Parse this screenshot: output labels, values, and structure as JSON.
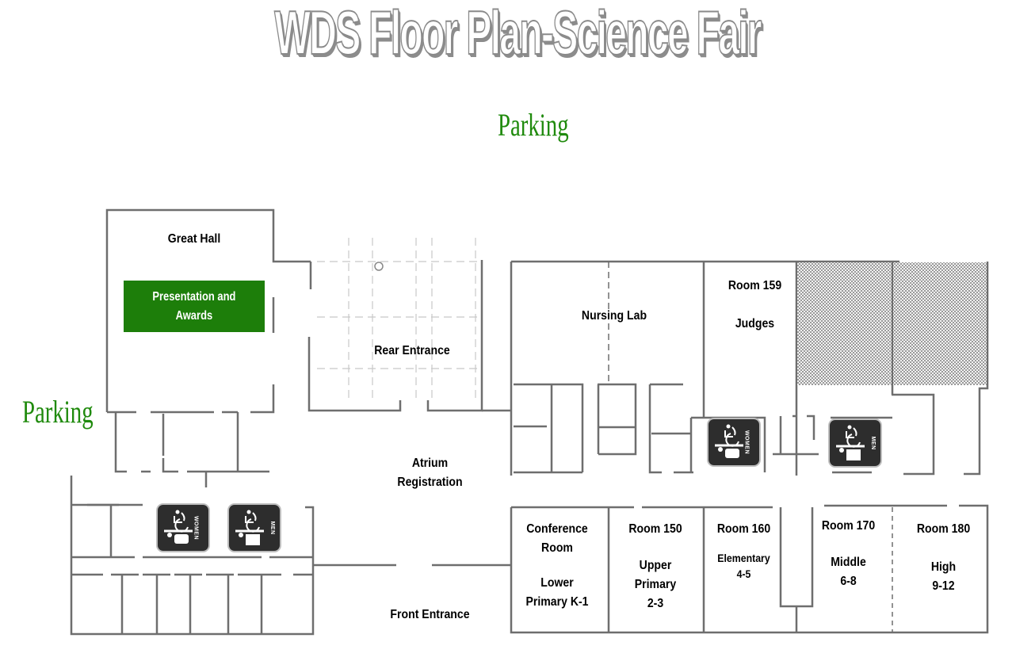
{
  "title": "WDS Floor Plan-Science Fair",
  "parking": {
    "top_label": "Parking",
    "left_label": "Parking"
  },
  "colors": {
    "parking_text": "#1f8a0c",
    "highlight_room": "#1d7e0a",
    "walls": "#6e6e6e",
    "restroom_sign": "#2d2d2d"
  },
  "rooms": {
    "great_hall": {
      "name": "Great Hall",
      "highlight": [
        "Presentation and",
        "Awards"
      ]
    },
    "rear_entrance": {
      "name": "Rear Entrance"
    },
    "nursing_lab": {
      "name": "Nursing Lab"
    },
    "room_159": {
      "name": "Room 159",
      "use": "Judges"
    },
    "atrium": {
      "name": "Atrium",
      "use": "Registration"
    },
    "front_entrance": {
      "name": "Front Entrance"
    },
    "conference_room": {
      "name": [
        "Conference",
        "Room"
      ],
      "use": [
        "Lower",
        "Primary K-1"
      ]
    },
    "room_150": {
      "name": "Room 150",
      "use": [
        "Upper",
        "Primary",
        "2-3"
      ]
    },
    "room_160": {
      "name": "Room 160",
      "use": [
        "Elementary",
        "4-5"
      ]
    },
    "room_170": {
      "name": "Room 170",
      "use": [
        "Middle",
        "6-8"
      ]
    },
    "room_180": {
      "name": "Room 180",
      "use": [
        "High",
        "9-12"
      ]
    }
  },
  "restrooms": [
    {
      "label": "WOMEN",
      "icon": "accessible-women-restroom-icon"
    },
    {
      "label": "MEN",
      "icon": "accessible-men-restroom-icon"
    },
    {
      "label": "WOMEN",
      "icon": "accessible-women-restroom-icon"
    },
    {
      "label": "MEN",
      "icon": "accessible-men-restroom-icon"
    }
  ]
}
